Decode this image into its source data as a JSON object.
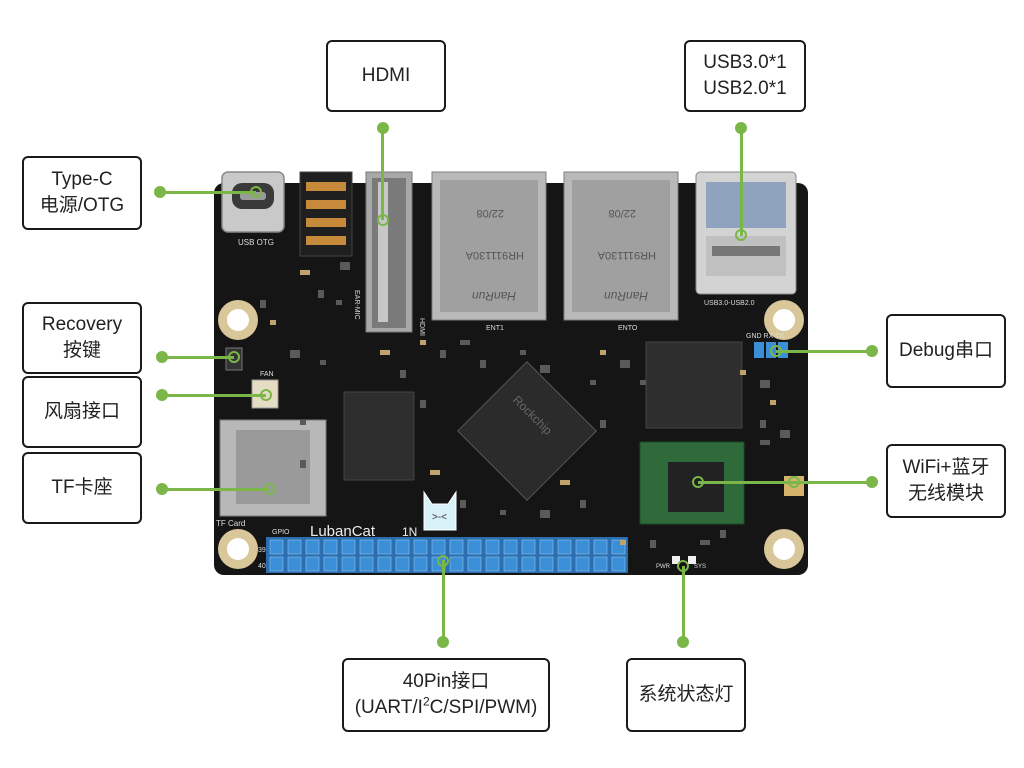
{
  "colors": {
    "accent_green": "#7ab648",
    "board_black": "#151515",
    "header_blue": "#3b8fd6",
    "callout_border": "#1a1a1a"
  },
  "board": {
    "brand": "LubanCat",
    "model": "1N",
    "gpio_label": "GPIO",
    "pin_39": "39",
    "pin_40": "40",
    "usb_otg_silk": "USB OTG",
    "eth1_silk": "ENT1",
    "eth0_silk": "ENTO",
    "usb_silk": "USB3.0-USB2.0",
    "debug_silk": "GND RX TX",
    "tfcard_silk": "TF Card",
    "fan_silk": "FAN",
    "hdmi_silk": "HDMI",
    "jack_silk": "EAR-MIC",
    "rj45_brand": "HanRun",
    "rj45_model": "HR911130A",
    "rj45_date": "22/08",
    "soc_mark": "Rockchip",
    "pwr_silk": "PWR",
    "sys_silk": "SYS"
  },
  "callouts": {
    "hdmi": "HDMI",
    "usb_line1": "USB3.0*1",
    "usb_line2": "USB2.0*1",
    "typec_line1": "Type-C",
    "typec_line2": "电源/OTG",
    "recovery_line1": "Recovery",
    "recovery_line2": "按键",
    "fan": "风扇接口",
    "tf": "TF卡座",
    "debug": "Debug串口",
    "wifi_line1": "WiFi+蓝牙",
    "wifi_line2": "无线模块",
    "gpio_line1": "40Pin接口",
    "gpio_line2_a": "(UART/I",
    "gpio_line2_sup": "2",
    "gpio_line2_b": "C/SPI/PWM)",
    "status_led": "系统状态灯"
  }
}
